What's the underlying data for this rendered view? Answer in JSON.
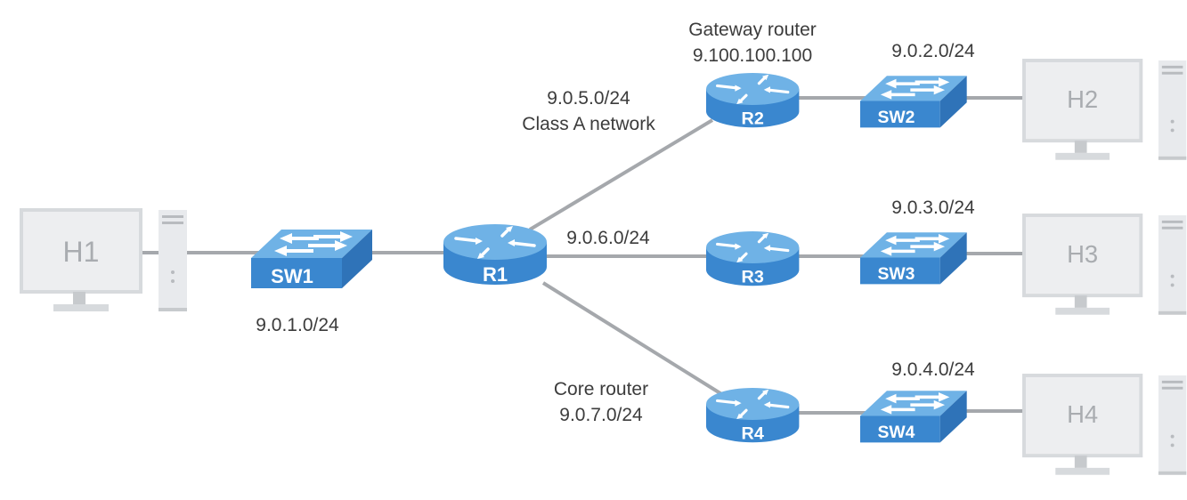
{
  "hosts": [
    {
      "id": "H1",
      "label": "H1"
    },
    {
      "id": "H2",
      "label": "H2"
    },
    {
      "id": "H3",
      "label": "H3"
    },
    {
      "id": "H4",
      "label": "H4"
    }
  ],
  "switches": [
    {
      "id": "SW1",
      "label": "SW1"
    },
    {
      "id": "SW2",
      "label": "SW2"
    },
    {
      "id": "SW3",
      "label": "SW3"
    },
    {
      "id": "SW4",
      "label": "SW4"
    }
  ],
  "routers": [
    {
      "id": "R1",
      "label": "R1"
    },
    {
      "id": "R2",
      "label": "R2"
    },
    {
      "id": "R3",
      "label": "R3"
    },
    {
      "id": "R4",
      "label": "R4"
    }
  ],
  "annotations": {
    "net_sw1": "9.0.1.0/24",
    "net_sw2": "9.0.2.0/24",
    "net_sw3": "9.0.3.0/24",
    "net_sw4": "9.0.4.0/24",
    "net_r1_r2": "9.0.5.0/24",
    "net_r1_r2_desc": "Class A network",
    "net_r1_r3": "9.0.6.0/24",
    "r2_role": "Gateway router",
    "r2_ip": "9.100.100.100",
    "r4_role": "Core router",
    "net_r1_r4": "9.0.7.0/24"
  },
  "links": [
    [
      "H1",
      "SW1"
    ],
    [
      "SW1",
      "R1"
    ],
    [
      "R1",
      "R2"
    ],
    [
      "R1",
      "R3"
    ],
    [
      "R1",
      "R4"
    ],
    [
      "R2",
      "SW2"
    ],
    [
      "R3",
      "SW3"
    ],
    [
      "R4",
      "SW4"
    ],
    [
      "SW2",
      "H2"
    ],
    [
      "SW3",
      "H3"
    ],
    [
      "SW4",
      "H4"
    ]
  ],
  "colors": {
    "device_top": "#6fb2e6",
    "device_side": "#3a87cf",
    "host_fill": "#edeef0",
    "host_stroke": "#d3d6da",
    "link": "#a5a8ac",
    "text": "#3c3c3c"
  }
}
